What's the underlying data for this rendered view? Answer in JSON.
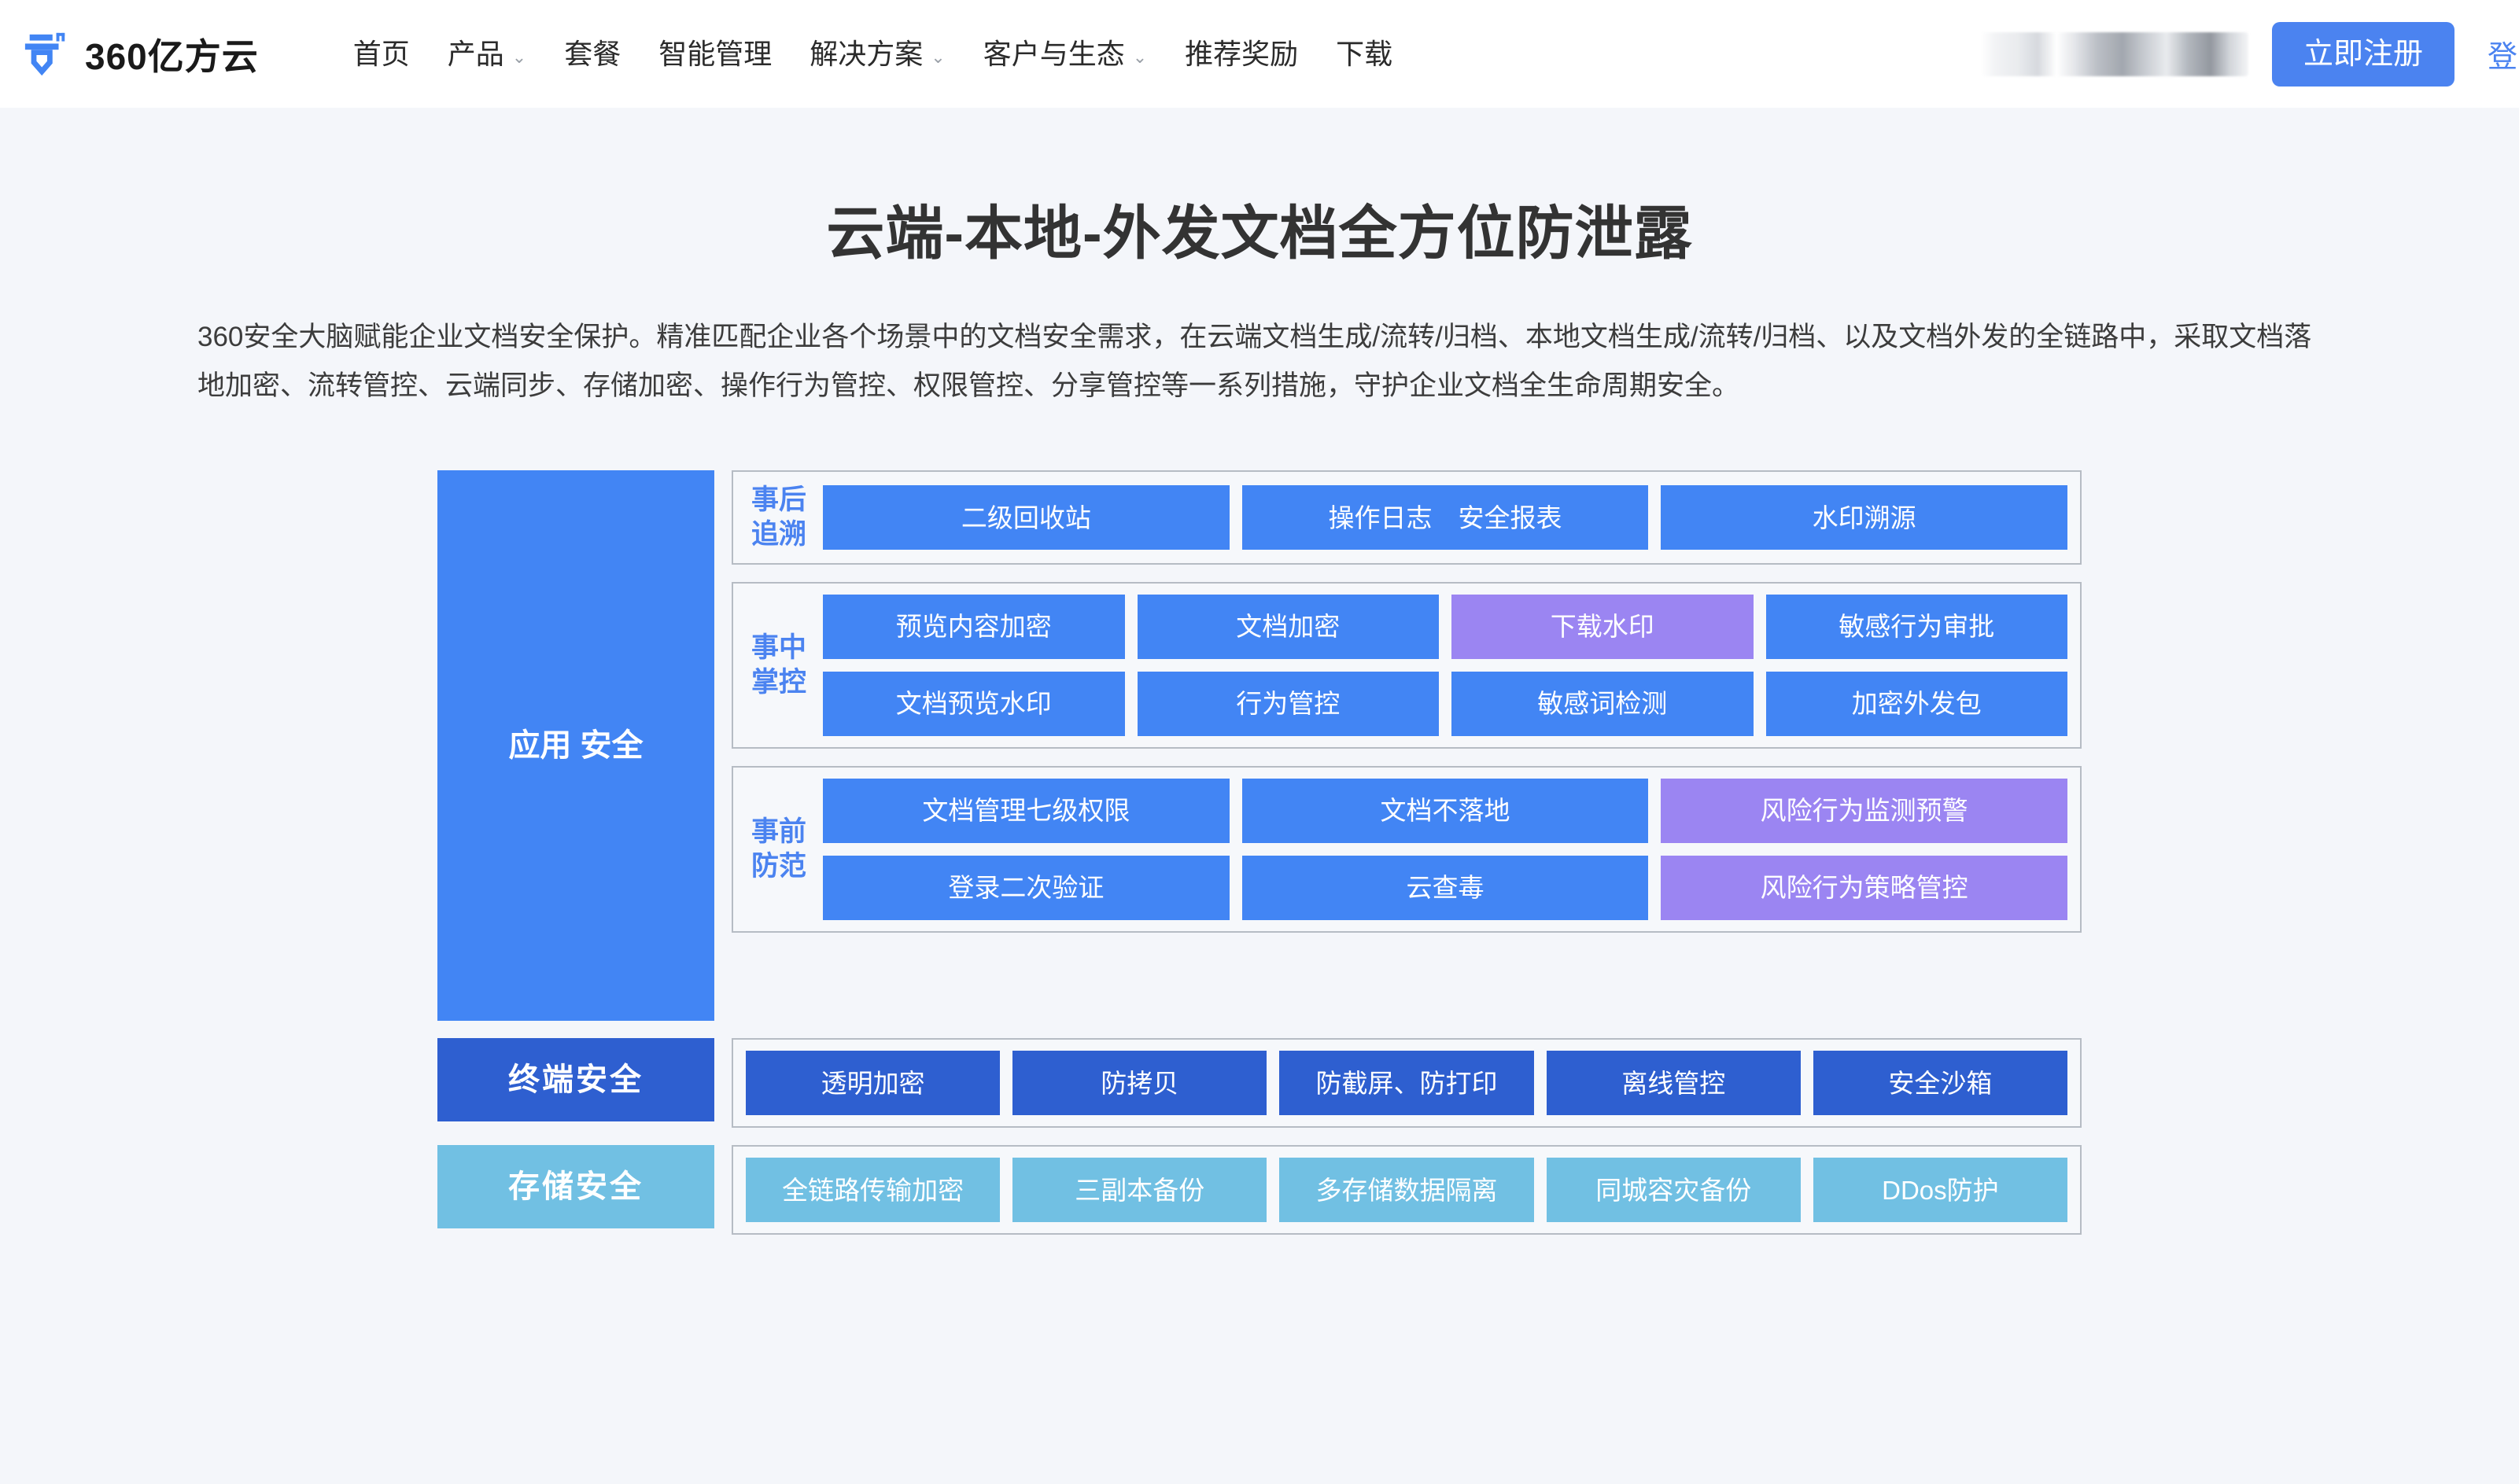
{
  "brand": {
    "logo_icon": "bookmark-pen-logo-icon",
    "name": "360亿方云"
  },
  "nav": {
    "items": [
      {
        "label": "首页",
        "has_dropdown": false
      },
      {
        "label": "产品",
        "has_dropdown": true
      },
      {
        "label": "套餐",
        "has_dropdown": false
      },
      {
        "label": "智能管理",
        "has_dropdown": false
      },
      {
        "label": "解决方案",
        "has_dropdown": true
      },
      {
        "label": "客户与生态",
        "has_dropdown": true
      },
      {
        "label": "推荐奖励",
        "has_dropdown": false
      },
      {
        "label": "下载",
        "has_dropdown": false
      }
    ],
    "caret_glyph": "⌄",
    "register_label": "立即注册",
    "login_label": "登录"
  },
  "hero": {
    "title": "云端-本地-外发文档全方位防泄露",
    "description": "360安全大脑赋能企业文档安全保护。精准匹配企业各个场景中的文档安全需求，在云端文档生成/流转/归档、本地文档生成/流转/归档、以及文档外发的全链路中，采取文档落地加密、流转管控、云端同步、存储加密、操作行为管控、权限管控、分享管控等一系列措施，守护企业文档全生命周期安全。"
  },
  "colors": {
    "accent_blue": "#4285f4",
    "register_blue": "#4b83f0",
    "dark_blue": "#2e5fd0",
    "light_cyan": "#71c0e3",
    "purple": "#9b85f2",
    "page_bg": "#f4f6fa",
    "panel_bg": "#f6f8fb",
    "panel_border": "#b6bcc4"
  },
  "diagram": {
    "categories": {
      "application": "应用\n安全",
      "terminal": "终端安全",
      "storage": "存储安全"
    },
    "groups": [
      {
        "label": "事后\n追溯",
        "rows": [
          [
            {
              "label": "二级回收站",
              "color": "blue"
            },
            {
              "label": "操作日志　安全报表",
              "color": "blue"
            },
            {
              "label": "水印溯源",
              "color": "blue"
            }
          ]
        ]
      },
      {
        "label": "事中\n掌控",
        "rows": [
          [
            {
              "label": "预览内容加密",
              "color": "blue"
            },
            {
              "label": "文档加密",
              "color": "blue"
            },
            {
              "label": "下载水印",
              "color": "purple"
            },
            {
              "label": "敏感行为审批",
              "color": "blue"
            }
          ],
          [
            {
              "label": "文档预览水印",
              "color": "blue"
            },
            {
              "label": "行为管控",
              "color": "blue"
            },
            {
              "label": "敏感词检测",
              "color": "blue"
            },
            {
              "label": "加密外发包",
              "color": "blue"
            }
          ]
        ]
      },
      {
        "label": "事前\n防范",
        "rows": [
          [
            {
              "label": "文档管理七级权限",
              "color": "blue"
            },
            {
              "label": "文档不落地",
              "color": "blue"
            },
            {
              "label": "风险行为监测预警",
              "color": "purple"
            }
          ],
          [
            {
              "label": "登录二次验证",
              "color": "blue"
            },
            {
              "label": "云查毒",
              "color": "blue"
            },
            {
              "label": "风险行为策略管控",
              "color": "purple"
            }
          ]
        ]
      }
    ],
    "terminal_tiles": [
      {
        "label": "透明加密",
        "color": "dark"
      },
      {
        "label": "防拷贝",
        "color": "dark"
      },
      {
        "label": "防截屏、防打印",
        "color": "dark"
      },
      {
        "label": "离线管控",
        "color": "dark"
      },
      {
        "label": "安全沙箱",
        "color": "dark"
      }
    ],
    "storage_tiles": [
      {
        "label": "全链路传输加密",
        "color": "light"
      },
      {
        "label": "三副本备份",
        "color": "light"
      },
      {
        "label": "多存储数据隔离",
        "color": "light"
      },
      {
        "label": "同城容灾备份",
        "color": "light"
      },
      {
        "label": "DDos防护",
        "color": "light"
      }
    ]
  }
}
